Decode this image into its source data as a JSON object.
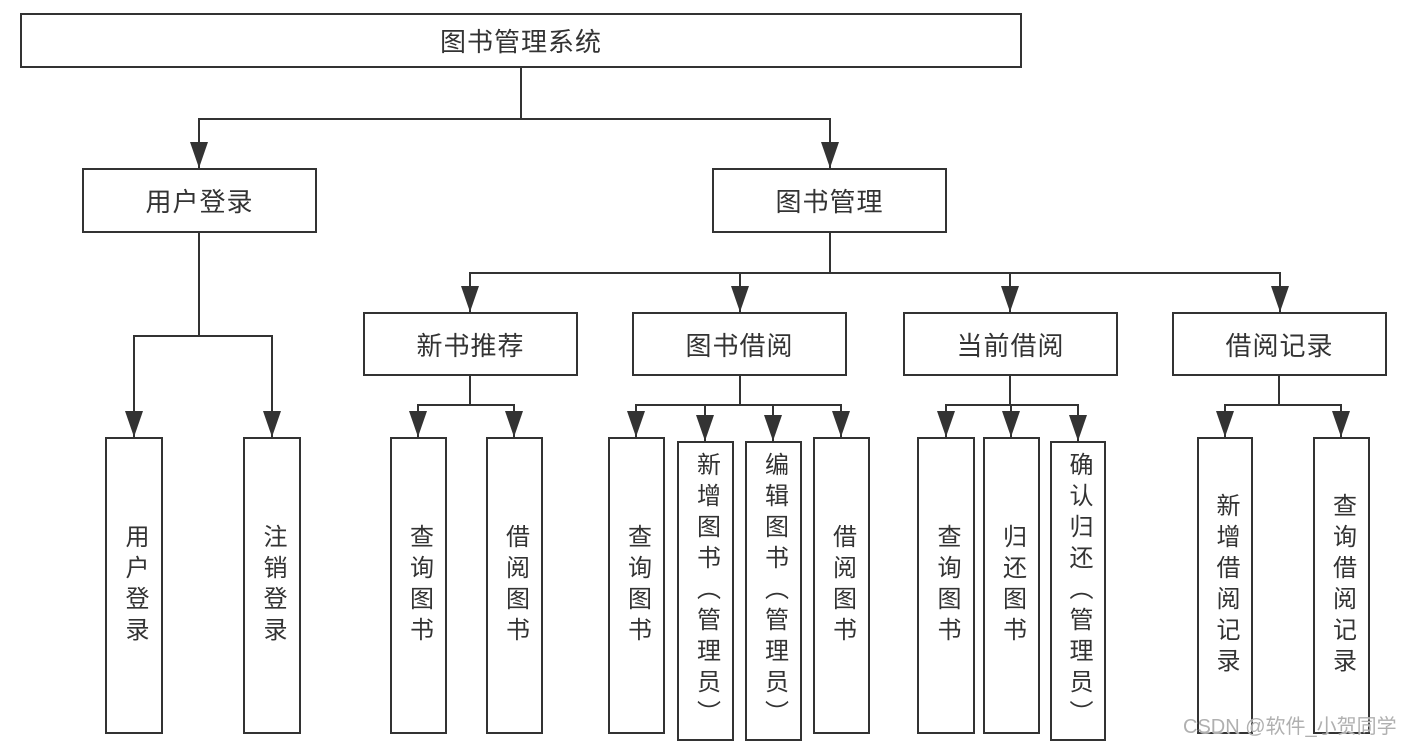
{
  "diagram": {
    "root": {
      "label": "图书管理系统"
    },
    "level2": [
      {
        "label": "用户登录"
      },
      {
        "label": "图书管理"
      }
    ],
    "level3": [
      {
        "label": "新书推荐"
      },
      {
        "label": "图书借阅"
      },
      {
        "label": "当前借阅"
      },
      {
        "label": "借阅记录"
      }
    ],
    "leaves": {
      "user_login": [
        {
          "label": "用户登录"
        },
        {
          "label": "注销登录"
        }
      ],
      "new_books": [
        {
          "label": "查询图书"
        },
        {
          "label": "借阅图书"
        }
      ],
      "book_borrowing": [
        {
          "label": "查询图书"
        },
        {
          "label": "新增图书（管理员）"
        },
        {
          "label": "编辑图书（管理员）"
        },
        {
          "label": "借阅图书"
        }
      ],
      "current_borrowing": [
        {
          "label": "查询图书"
        },
        {
          "label": "归还图书"
        },
        {
          "label": "确认归还（管理员）"
        }
      ],
      "borrowing_records": [
        {
          "label": "新增借阅记录"
        },
        {
          "label": "查询借阅记录"
        }
      ]
    }
  },
  "watermark": {
    "text": "CSDN @软件_小贺同学"
  },
  "colors": {
    "line": "#333333",
    "border": "#333333",
    "text": "#333333",
    "watermark": "#b0b0b0",
    "background": "#ffffff"
  }
}
